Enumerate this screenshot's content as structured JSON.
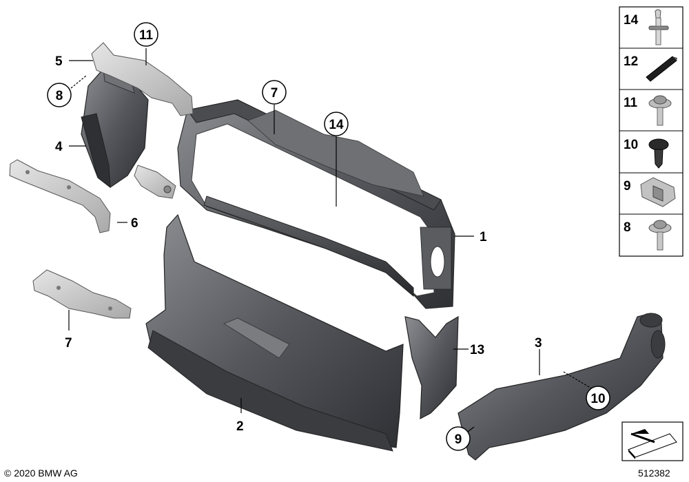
{
  "callouts": {
    "c1": "1",
    "c2": "2",
    "c3": "3",
    "c4": "4",
    "c5": "5",
    "c6": "6",
    "c7a": "7",
    "c7b": "7",
    "c8": "8",
    "c9": "9",
    "c10": "10",
    "c11": "11",
    "c13": "13",
    "c14": "14"
  },
  "sidebar": {
    "items": [
      {
        "label": "14",
        "icon": "bolt-icon"
      },
      {
        "label": "12",
        "icon": "seal-strip-icon"
      },
      {
        "label": "11",
        "icon": "screw-icon"
      },
      {
        "label": "10",
        "icon": "expanding-rivet-icon"
      },
      {
        "label": "9",
        "icon": "clip-nut-icon"
      },
      {
        "label": "8",
        "icon": "screw-icon"
      }
    ]
  },
  "footer": {
    "copyright": "© 2020 BMW AG",
    "diagram_id": "512382"
  }
}
